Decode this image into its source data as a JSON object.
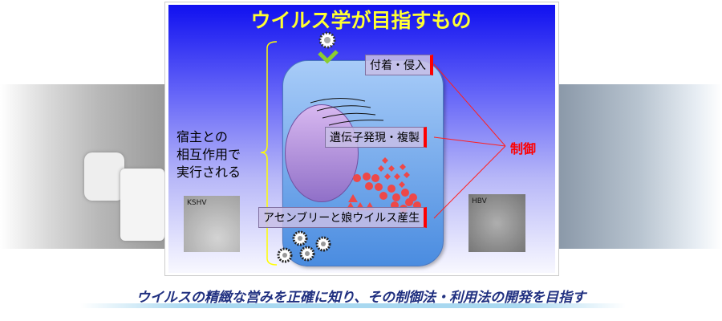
{
  "title": "ウイルス学が目指すもの",
  "steps": [
    "付着・侵入",
    "遺伝子発現・複製",
    "アセンブリーと娘ウイルス産生"
  ],
  "control_label": "制御",
  "left_text": [
    "宿主との",
    "相互作用で",
    "実行される"
  ],
  "micrographs": [
    {
      "label": "KSHV"
    },
    {
      "label": "HBV"
    }
  ],
  "footer": "ウイルスの精緻な営みを正確に知り、その制御法・利用法の開発を目指す",
  "colors": {
    "title": "#ffff33",
    "control": "#ff0000",
    "footer": "#203080"
  }
}
